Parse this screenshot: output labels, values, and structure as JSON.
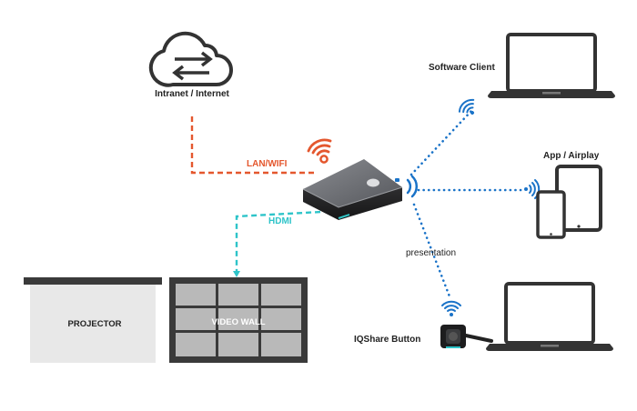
{
  "labels": {
    "cloud": "Intranet / Internet",
    "lan": "LAN/WIFI",
    "hdmi": "HDMI",
    "software_client": "Software Client",
    "app_airplay": "App / Airplay",
    "presentation": "presentation",
    "iqshare_button": "IQShare Button",
    "projector": "PROJECTOR",
    "video_wall": "VIDEO WALL"
  },
  "colors": {
    "lan_link": "#e4572e",
    "hdmi_link": "#2ec4c9",
    "wireless_link": "#1a73c8",
    "device_dark": "#3a3a3a",
    "hub_top": "#6f7176"
  },
  "icons": {
    "cloud": "cloud-sync-icon",
    "hub": "wireless-hub-device",
    "laptop": "laptop-icon",
    "tablet": "tablet-icon",
    "phone": "phone-icon",
    "button": "iqshare-button-icon",
    "wifi": "wifi-signal-icon"
  }
}
